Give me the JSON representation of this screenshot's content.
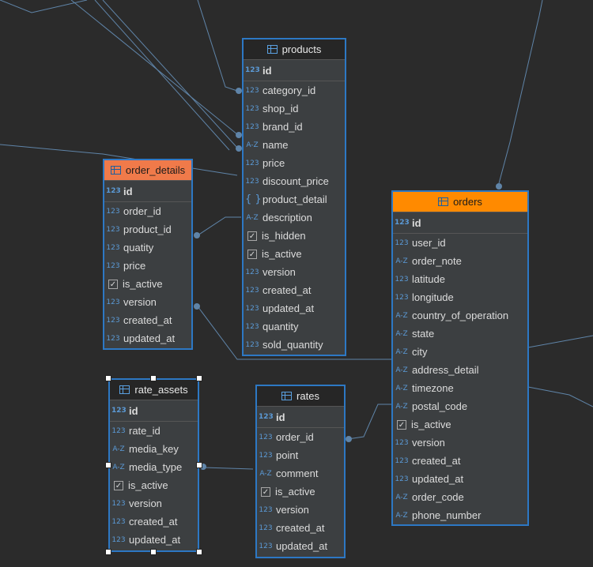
{
  "colors": {
    "connector": "#7aa2c8",
    "border": "#2d78c4",
    "highlight_red": "#f07a4a",
    "highlight_orange": "#ff8a00"
  },
  "type_icons": {
    "number": "123",
    "text": "A-Z",
    "json": "{ }",
    "bool": "✓"
  },
  "tables": {
    "products": {
      "name": "products",
      "columns": [
        {
          "name": "id",
          "type": "number",
          "pk": true
        },
        {
          "name": "category_id",
          "type": "number"
        },
        {
          "name": "shop_id",
          "type": "number"
        },
        {
          "name": "brand_id",
          "type": "number"
        },
        {
          "name": "name",
          "type": "text"
        },
        {
          "name": "price",
          "type": "number"
        },
        {
          "name": "discount_price",
          "type": "number"
        },
        {
          "name": "product_detail",
          "type": "json"
        },
        {
          "name": "description",
          "type": "text"
        },
        {
          "name": "is_hidden",
          "type": "bool"
        },
        {
          "name": "is_active",
          "type": "bool"
        },
        {
          "name": "version",
          "type": "number"
        },
        {
          "name": "created_at",
          "type": "number"
        },
        {
          "name": "updated_at",
          "type": "number"
        },
        {
          "name": "quantity",
          "type": "number"
        },
        {
          "name": "sold_quantity",
          "type": "number"
        }
      ]
    },
    "order_details": {
      "name": "order_details",
      "columns": [
        {
          "name": "id",
          "type": "number",
          "pk": true
        },
        {
          "name": "order_id",
          "type": "number"
        },
        {
          "name": "product_id",
          "type": "number"
        },
        {
          "name": "quatity",
          "type": "number"
        },
        {
          "name": "price",
          "type": "number"
        },
        {
          "name": "is_active",
          "type": "bool"
        },
        {
          "name": "version",
          "type": "number"
        },
        {
          "name": "created_at",
          "type": "number"
        },
        {
          "name": "updated_at",
          "type": "number"
        }
      ]
    },
    "orders": {
      "name": "orders",
      "columns": [
        {
          "name": "id",
          "type": "number",
          "pk": true
        },
        {
          "name": "user_id",
          "type": "number"
        },
        {
          "name": "order_note",
          "type": "text"
        },
        {
          "name": "latitude",
          "type": "number"
        },
        {
          "name": "longitude",
          "type": "number"
        },
        {
          "name": "country_of_operation",
          "type": "text"
        },
        {
          "name": "state",
          "type": "text"
        },
        {
          "name": "city",
          "type": "text"
        },
        {
          "name": "address_detail",
          "type": "text"
        },
        {
          "name": "timezone",
          "type": "text"
        },
        {
          "name": "postal_code",
          "type": "text"
        },
        {
          "name": "is_active",
          "type": "bool"
        },
        {
          "name": "version",
          "type": "number"
        },
        {
          "name": "created_at",
          "type": "number"
        },
        {
          "name": "updated_at",
          "type": "number"
        },
        {
          "name": "order_code",
          "type": "text"
        },
        {
          "name": "phone_number",
          "type": "text"
        }
      ]
    },
    "rate_assets": {
      "name": "rate_assets",
      "columns": [
        {
          "name": "id",
          "type": "number",
          "pk": true
        },
        {
          "name": "rate_id",
          "type": "number"
        },
        {
          "name": "media_key",
          "type": "text"
        },
        {
          "name": "media_type",
          "type": "text"
        },
        {
          "name": "is_active",
          "type": "bool"
        },
        {
          "name": "version",
          "type": "number"
        },
        {
          "name": "created_at",
          "type": "number"
        },
        {
          "name": "updated_at",
          "type": "number"
        }
      ]
    },
    "rates": {
      "name": "rates",
      "columns": [
        {
          "name": "id",
          "type": "number",
          "pk": true
        },
        {
          "name": "order_id",
          "type": "number"
        },
        {
          "name": "point",
          "type": "number"
        },
        {
          "name": "comment",
          "type": "text"
        },
        {
          "name": "is_active",
          "type": "bool"
        },
        {
          "name": "version",
          "type": "number"
        },
        {
          "name": "created_at",
          "type": "number"
        },
        {
          "name": "updated_at",
          "type": "number"
        }
      ]
    }
  }
}
